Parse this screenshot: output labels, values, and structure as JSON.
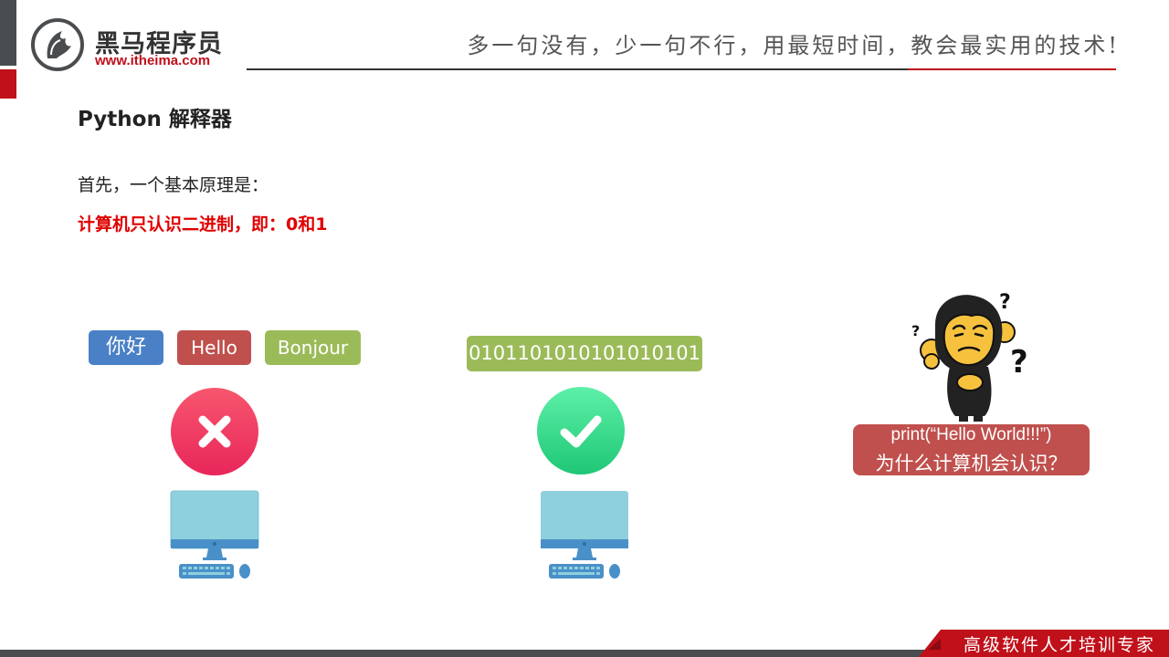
{
  "header": {
    "brand_cn": "黑马程序员",
    "brand_url": "www.itheima.com",
    "slogan": "多一句没有，少一句不行，用最短时间，教会最实用的技术!"
  },
  "content": {
    "title": "Python 解释器",
    "line1": "首先，一个基本原理是：",
    "line2": "计算机只认识二进制，即：0和1"
  },
  "left_example": {
    "words": [
      "你好",
      "Hello",
      "Bonjour"
    ],
    "status_icon": "x-icon",
    "device_icon": "computer-icon"
  },
  "middle_example": {
    "binary": "0101101010101010101",
    "status_icon": "check-icon",
    "device_icon": "computer-icon"
  },
  "right_example": {
    "mascot_icon": "confused-mascot-icon",
    "code": "print(“Hello World!!!”)",
    "question": "为什么计算机会认识？"
  },
  "footer": {
    "tagline": "高级软件人才培训专家"
  },
  "colors": {
    "brand_red": "#c0101a",
    "pill_blue": "#4a80c6",
    "pill_red": "#c0504d",
    "pill_green": "#9bbb59",
    "emphasis_red": "#e00000"
  }
}
